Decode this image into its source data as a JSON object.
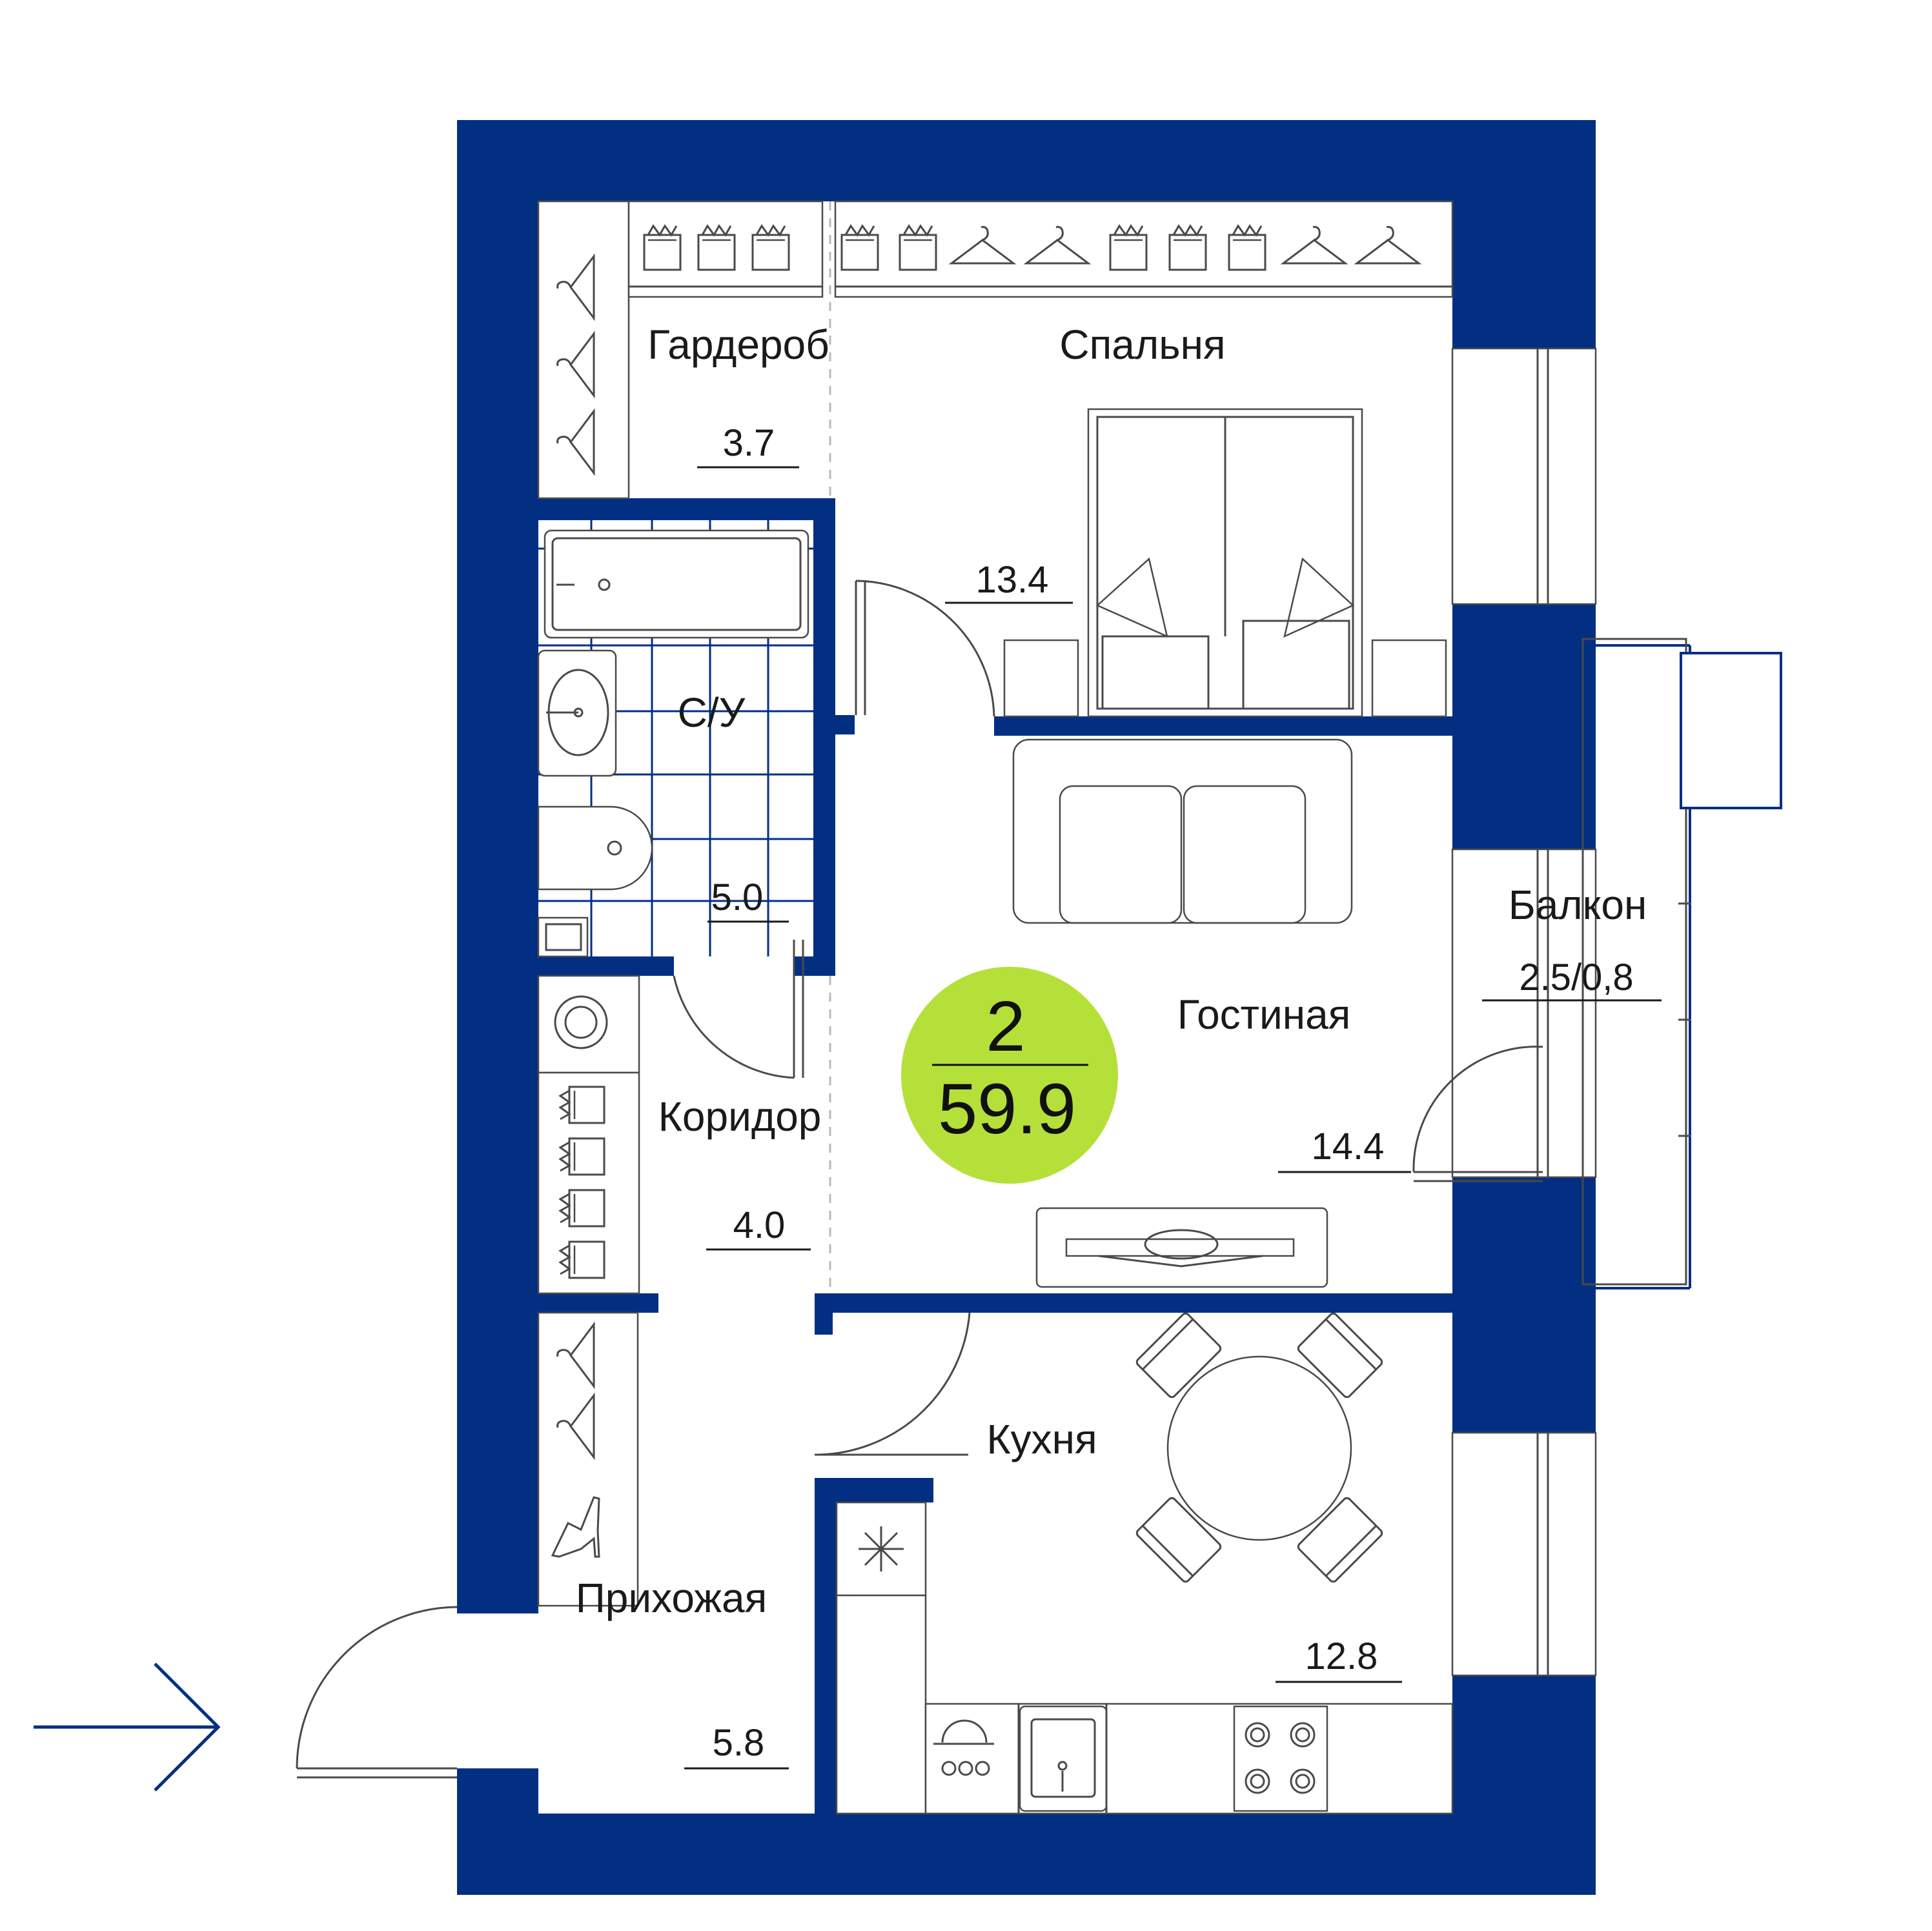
{
  "rooms": [
    {
      "id": "wardrobe",
      "name": "Гардероб",
      "area": "3.7"
    },
    {
      "id": "bedroom",
      "name": "Спальня",
      "area": "13.4"
    },
    {
      "id": "bathroom",
      "name": "С/У",
      "area": "5.0"
    },
    {
      "id": "living",
      "name": "Гостиная",
      "area": "14.4"
    },
    {
      "id": "corridor",
      "name": "Коридор",
      "area": "4.0"
    },
    {
      "id": "kitchen",
      "name": "Кухня",
      "area": "12.8"
    },
    {
      "id": "hall",
      "name": "Прихожая",
      "area": "5.8"
    },
    {
      "id": "balcony",
      "name": "Балкон",
      "area": "2.5/0,8"
    }
  ],
  "badge": {
    "rooms": "2",
    "total_area": "59.9"
  },
  "colors": {
    "wall": "#032f82",
    "badge": "#b5e03a",
    "line": "#4a4a4a",
    "tile": "#032f82"
  },
  "icons": [
    "entrance-arrow-icon",
    "hanger-icon",
    "folded-clothes-icon",
    "shoe-icon",
    "fan-icon",
    "washing-machine-icon"
  ]
}
